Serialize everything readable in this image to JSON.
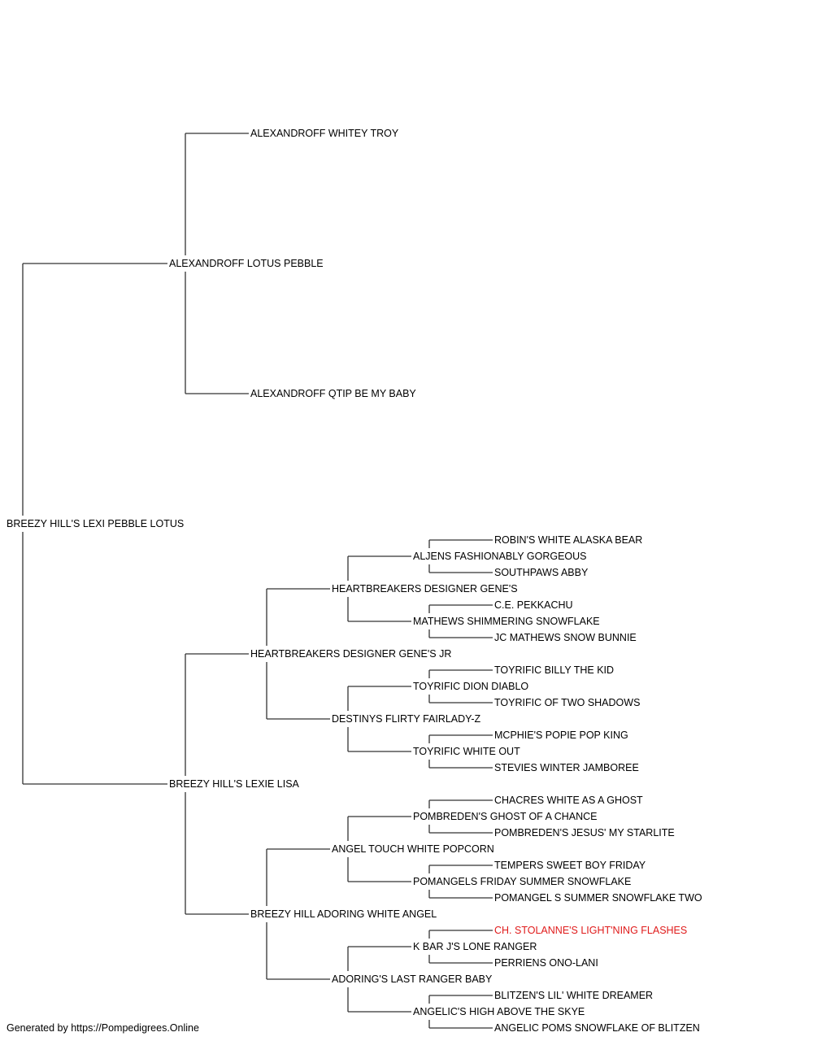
{
  "footer": "Generated by https://Pompedigrees.Online",
  "colors": {
    "text": "#000000",
    "line": "#333333",
    "champion": "#e01b1b"
  },
  "pedigree": {
    "name": "BREEZY HILL'S LEXI PEBBLE LOTUS",
    "sire": {
      "name": "ALEXANDROFF LOTUS PEBBLE",
      "sire": {
        "name": "ALEXANDROFF WHITEY TROY"
      },
      "dam": {
        "name": "ALEXANDROFF QTIP BE MY BABY"
      }
    },
    "dam": {
      "name": "BREEZY HILL'S LEXIE LISA",
      "sire": {
        "name": "HEARTBREAKERS DESIGNER GENE'S JR",
        "sire": {
          "name": "HEARTBREAKERS DESIGNER GENE'S",
          "sire": {
            "name": "ALJENS FASHIONABLY GORGEOUS",
            "sire": {
              "name": "ROBIN'S WHITE ALASKA BEAR"
            },
            "dam": {
              "name": "SOUTHPAWS ABBY"
            }
          },
          "dam": {
            "name": "MATHEWS SHIMMERING SNOWFLAKE",
            "sire": {
              "name": "C.E. PEKKACHU"
            },
            "dam": {
              "name": "JC MATHEWS SNOW BUNNIE"
            }
          }
        },
        "dam": {
          "name": "DESTINYS FLIRTY FAIRLADY-Z",
          "sire": {
            "name": "TOYRIFIC DION DIABLO",
            "sire": {
              "name": "TOYRIFIC BILLY THE KID"
            },
            "dam": {
              "name": "TOYRIFIC OF TWO SHADOWS"
            }
          },
          "dam": {
            "name": "TOYRIFIC WHITE OUT",
            "sire": {
              "name": "MCPHIE'S POPIE POP KING"
            },
            "dam": {
              "name": "STEVIES WINTER JAMBOREE"
            }
          }
        }
      },
      "dam": {
        "name": "BREEZY HILL ADORING WHITE ANGEL",
        "sire": {
          "name": "ANGEL TOUCH WHITE POPCORN",
          "sire": {
            "name": "POMBREDEN'S GHOST OF A CHANCE",
            "sire": {
              "name": "CHACRES WHITE AS A GHOST"
            },
            "dam": {
              "name": "POMBREDEN'S JESUS' MY STARLITE"
            }
          },
          "dam": {
            "name": "POMANGELS FRIDAY SUMMER SNOWFLAKE",
            "sire": {
              "name": "TEMPERS SWEET BOY FRIDAY"
            },
            "dam": {
              "name": "POMANGEL S SUMMER SNOWFLAKE TWO"
            }
          }
        },
        "dam": {
          "name": "ADORING'S LAST RANGER BABY",
          "sire": {
            "name": "K BAR J'S LONE RANGER",
            "sire": {
              "name": "CH. STOLANNE'S LIGHT'NING FLASHES",
              "champion": true
            },
            "dam": {
              "name": "PERRIENS ONO-LANI"
            }
          },
          "dam": {
            "name": "ANGELIC'S HIGH ABOVE THE SKYE",
            "sire": {
              "name": "BLITZEN'S LIL' WHITE DREAMER"
            },
            "dam": {
              "name": "ANGELIC POMS SNOWFLAKE OF BLITZEN"
            }
          }
        }
      }
    }
  }
}
